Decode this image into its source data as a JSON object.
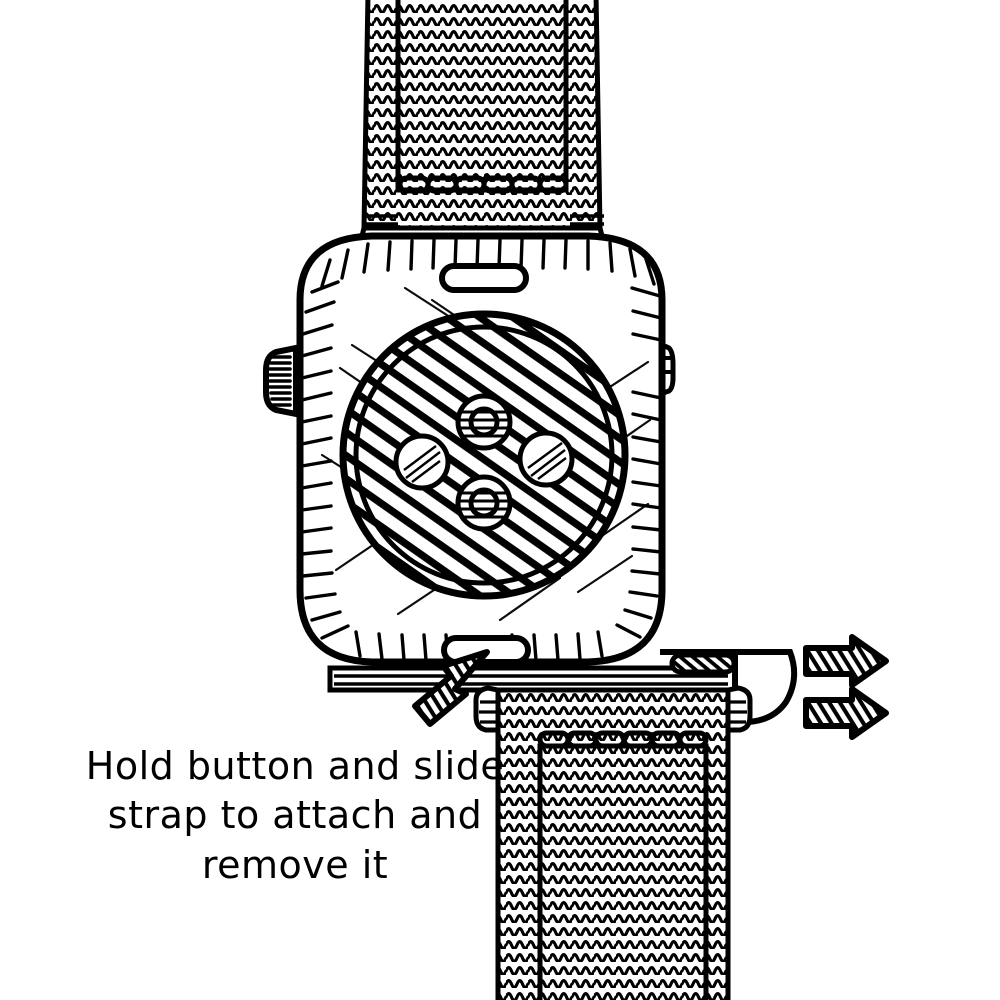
{
  "illustration": {
    "title": "Smartwatch strap attach and remove instruction",
    "style": "hand-drawn black ink line art on white background",
    "background_color": "#ffffff",
    "ink_color": "#000000"
  },
  "caption": {
    "full_text": "Hold button and slide strap to attach and remove it",
    "lines": [
      "Hold button and slide",
      "strap to attach and",
      "remove it"
    ],
    "line1": "Hold button and slide",
    "line2": "strap to attach and",
    "line3": "remove it",
    "align": "center",
    "color": "#000000"
  },
  "device": {
    "name": "smartwatch-rear-view",
    "case_shape": "rounded-square",
    "case_edge_shading": "radial hatch marks",
    "sensor_cluster": {
      "name": "heart-rate-sensor-array",
      "fill": "diagonal hatching",
      "inner_circles_count": 4,
      "circles": [
        {
          "name": "sensor-top",
          "has_inner_ring": true
        },
        {
          "name": "sensor-left",
          "has_inner_ring": false
        },
        {
          "name": "sensor-right",
          "has_inner_ring": false
        },
        {
          "name": "sensor-bottom",
          "has_inner_ring": true
        }
      ]
    },
    "controls": [
      {
        "name": "digital-crown",
        "side": "left",
        "texture": "vertical ridges"
      },
      {
        "name": "side-button",
        "side": "right",
        "texture": "small ridged pill"
      },
      {
        "name": "strap-release-button-top",
        "shape": "pill slot"
      },
      {
        "name": "strap-release-button-bottom",
        "shape": "pill slot"
      }
    ]
  },
  "straps": {
    "material": "woven nylon",
    "texture": "horizontal wavy weave lines",
    "top": {
      "name": "upper-strap",
      "seam": "stitched side seams",
      "edge": "scalloped row"
    },
    "bottom": {
      "name": "lower-strap",
      "seam": "stitched side seams",
      "edge": "scalloped row"
    }
  },
  "annotations": {
    "pointer_arrow": {
      "name": "pointer-arrow-to-release-button",
      "direction": "up-right",
      "fill": "hatched",
      "points_at": "strap-release-button-bottom"
    },
    "slide_arrows": [
      {
        "name": "slide-arrow-upper",
        "direction": "right",
        "fill": "hatched"
      },
      {
        "name": "slide-arrow-lower",
        "direction": "right",
        "fill": "hatched"
      }
    ]
  }
}
